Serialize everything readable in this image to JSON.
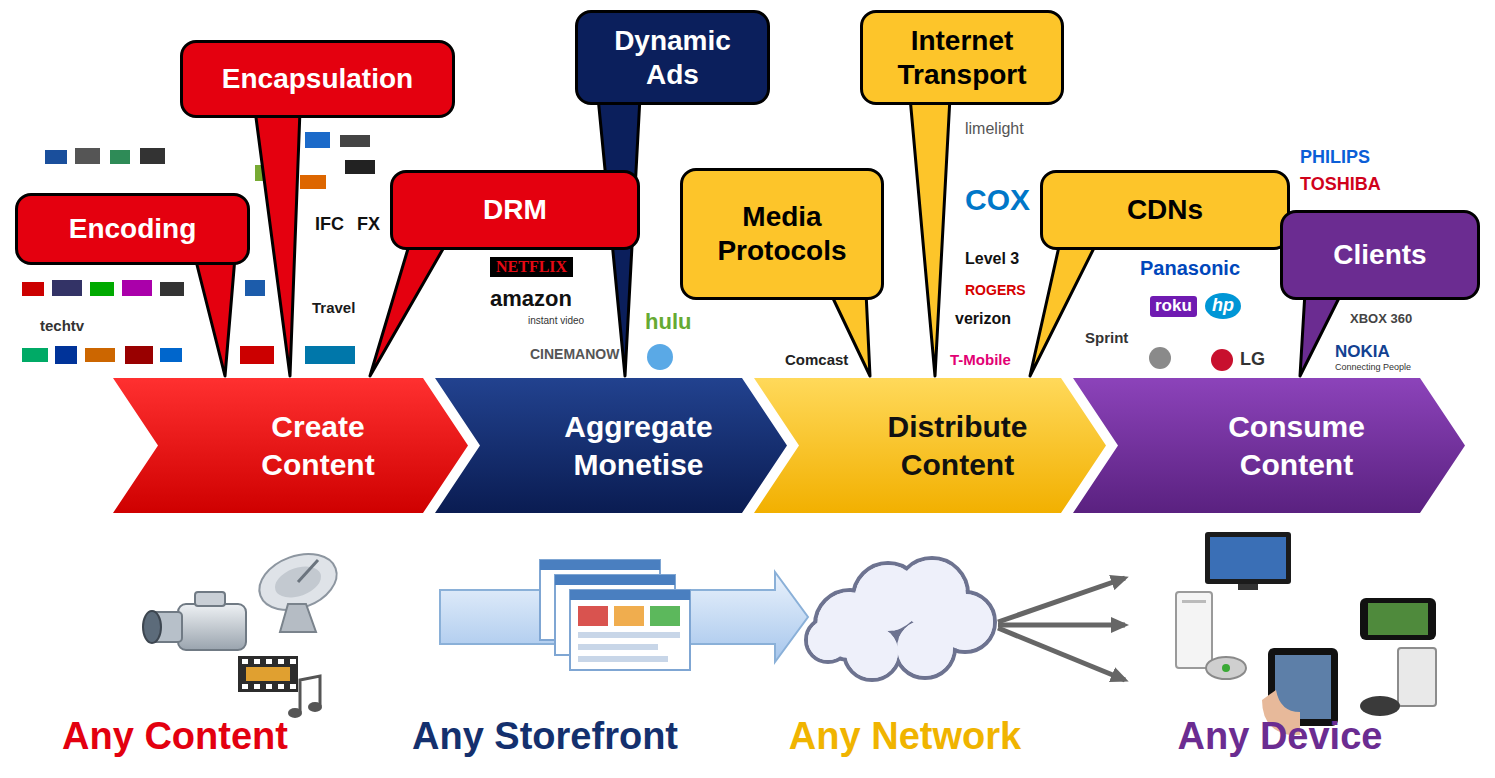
{
  "diagram": {
    "nodes": [
      {
        "text": [
          "Encoding"
        ]
      },
      {
        "text": [
          "Encapsulation"
        ]
      },
      {
        "text": [
          "DRM"
        ]
      },
      {
        "text": [
          "Dynamic Ads"
        ]
      },
      {
        "text": [
          "Media Protocols"
        ]
      },
      {
        "text": [
          "Internet Transport"
        ]
      },
      {
        "text": [
          "CDNs"
        ]
      },
      {
        "text": [
          "Clients"
        ]
      },
      {
        "text": [
          "Create Content"
        ]
      },
      {
        "text": [
          "Aggregate Monetise"
        ]
      },
      {
        "text": [
          "Distribute Content"
        ]
      },
      {
        "text": [
          "Consume Content"
        ]
      }
    ],
    "labels": [
      "IFC",
      "FX",
      "Travel",
      "techtv",
      "NETFLIX",
      "amazon",
      "instant video",
      "CINEMANOW",
      "hulu",
      "limelight",
      "COX",
      "Level 3",
      "ROGERS",
      "verizon",
      "Comcast",
      "T-Mobile",
      "Sprint",
      "PHILIPS",
      "TOSHIBA",
      "Panasonic",
      "roku",
      "hp",
      "XBOX 360",
      "LG",
      "NOKIA",
      "Connecting People",
      "Any Content",
      "Any Storefront",
      "Any Network",
      "Any Device"
    ]
  }
}
